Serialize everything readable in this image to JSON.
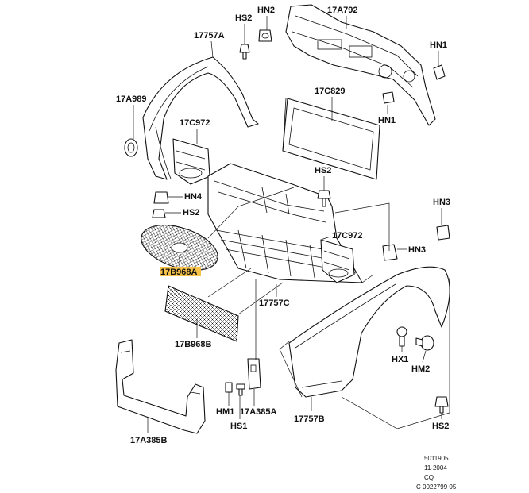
{
  "labels": {
    "hs2_top": "HS2",
    "hn2": "HN2",
    "p17a792": "17A792",
    "p17757a": "17757A",
    "hn1_right": "HN1",
    "p17a989": "17A989",
    "p17c829": "17C829",
    "hn1_mid": "HN1",
    "p17c972_left": "17C972",
    "hs2_mid": "HS2",
    "hn4": "HN4",
    "hs2_left": "HS2",
    "hn3_top": "HN3",
    "p17c972_right": "17C972",
    "hn3_mid": "HN3",
    "p17b968a": "17B968A",
    "p17757c": "17757C",
    "p17b968b": "17B968B",
    "hx1": "HX1",
    "hm2": "HM2",
    "hm1": "HM1",
    "p17a385a": "17A385A",
    "hs1": "HS1",
    "p17757b": "17757B",
    "p17a385b": "17A385B",
    "hs2_bottom": "HS2"
  },
  "meta": {
    "line1": "5011905",
    "line2": "11-2004",
    "line3": "CQ",
    "line4": "C 0022799 05"
  },
  "highlight_color": "#f6c24a"
}
